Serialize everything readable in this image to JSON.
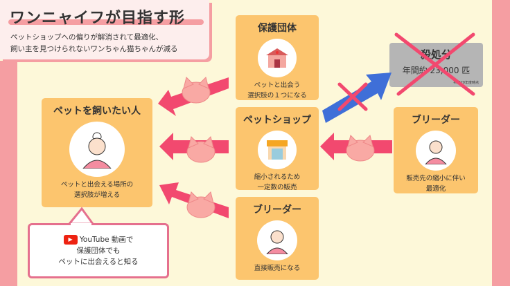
{
  "title": "ワンニャイフが目指す形",
  "subtitle": [
    "ペットショップへの偏りが解消されて最適化、",
    "飼い主を見つけられないワンちゃん猫ちゃんが減る"
  ],
  "shelter": {
    "title": "保護団体",
    "text": [
      "ペットと出会う",
      "選択肢の１つになる"
    ]
  },
  "petshop": {
    "title": "ペットショップ",
    "text": [
      "縮小されるため",
      "一定数の販売"
    ]
  },
  "breeder_bottom": {
    "title": "ブリーダー",
    "text": [
      "直接販売になる"
    ]
  },
  "owner": {
    "title": "ペットを飼いたい人",
    "text": [
      "ペットと出会える場所の",
      "選択肢が増える"
    ]
  },
  "breeder_right": {
    "title": "ブリーダー",
    "text": [
      "販売先の縮小に伴い",
      "最適化"
    ]
  },
  "culling": {
    "title": "殺処分",
    "text": "年間約 23,000 匹",
    "note": "※2020年度時点"
  },
  "bubble": {
    "lines": [
      "YouTube 動画で",
      "保護団体でも",
      "ペットに出会えると知る"
    ]
  },
  "colors": {
    "card": "#fcc56e",
    "pink": "#f2496f",
    "blue": "#3f6fd8",
    "bg": "#fdf8d9"
  }
}
